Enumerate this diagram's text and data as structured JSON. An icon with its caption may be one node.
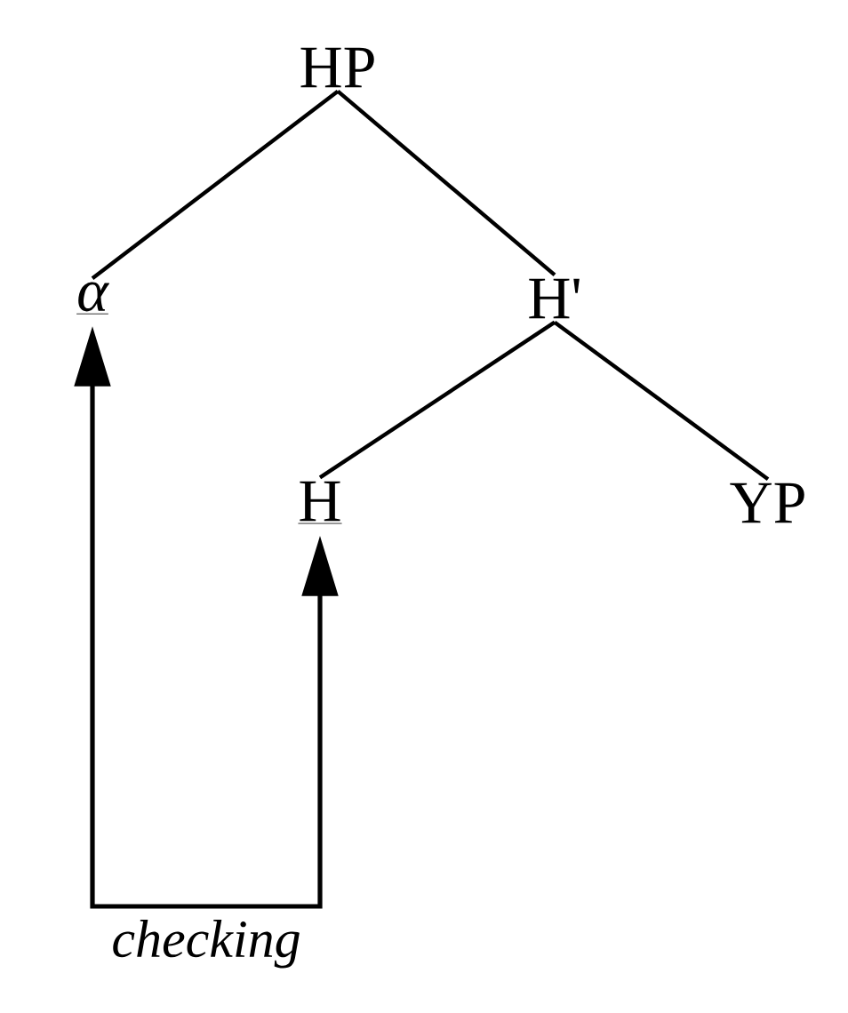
{
  "diagram": {
    "nodes": [
      {
        "text": [
          "HP"
        ]
      },
      {
        "text": [
          "α"
        ]
      },
      {
        "text": [
          "H'"
        ]
      },
      {
        "text": [
          "H"
        ]
      },
      {
        "text": [
          "YP"
        ]
      }
    ],
    "edges": [
      {
        "from": 0,
        "to": 1,
        "arrow": "none"
      },
      {
        "from": 0,
        "to": 2,
        "arrow": "none"
      },
      {
        "from": 2,
        "to": 3,
        "arrow": "none"
      },
      {
        "from": 2,
        "to": 4,
        "arrow": "none"
      },
      {
        "from": 3,
        "to": 1,
        "arrow": "both",
        "label": "*checking*"
      }
    ]
  }
}
